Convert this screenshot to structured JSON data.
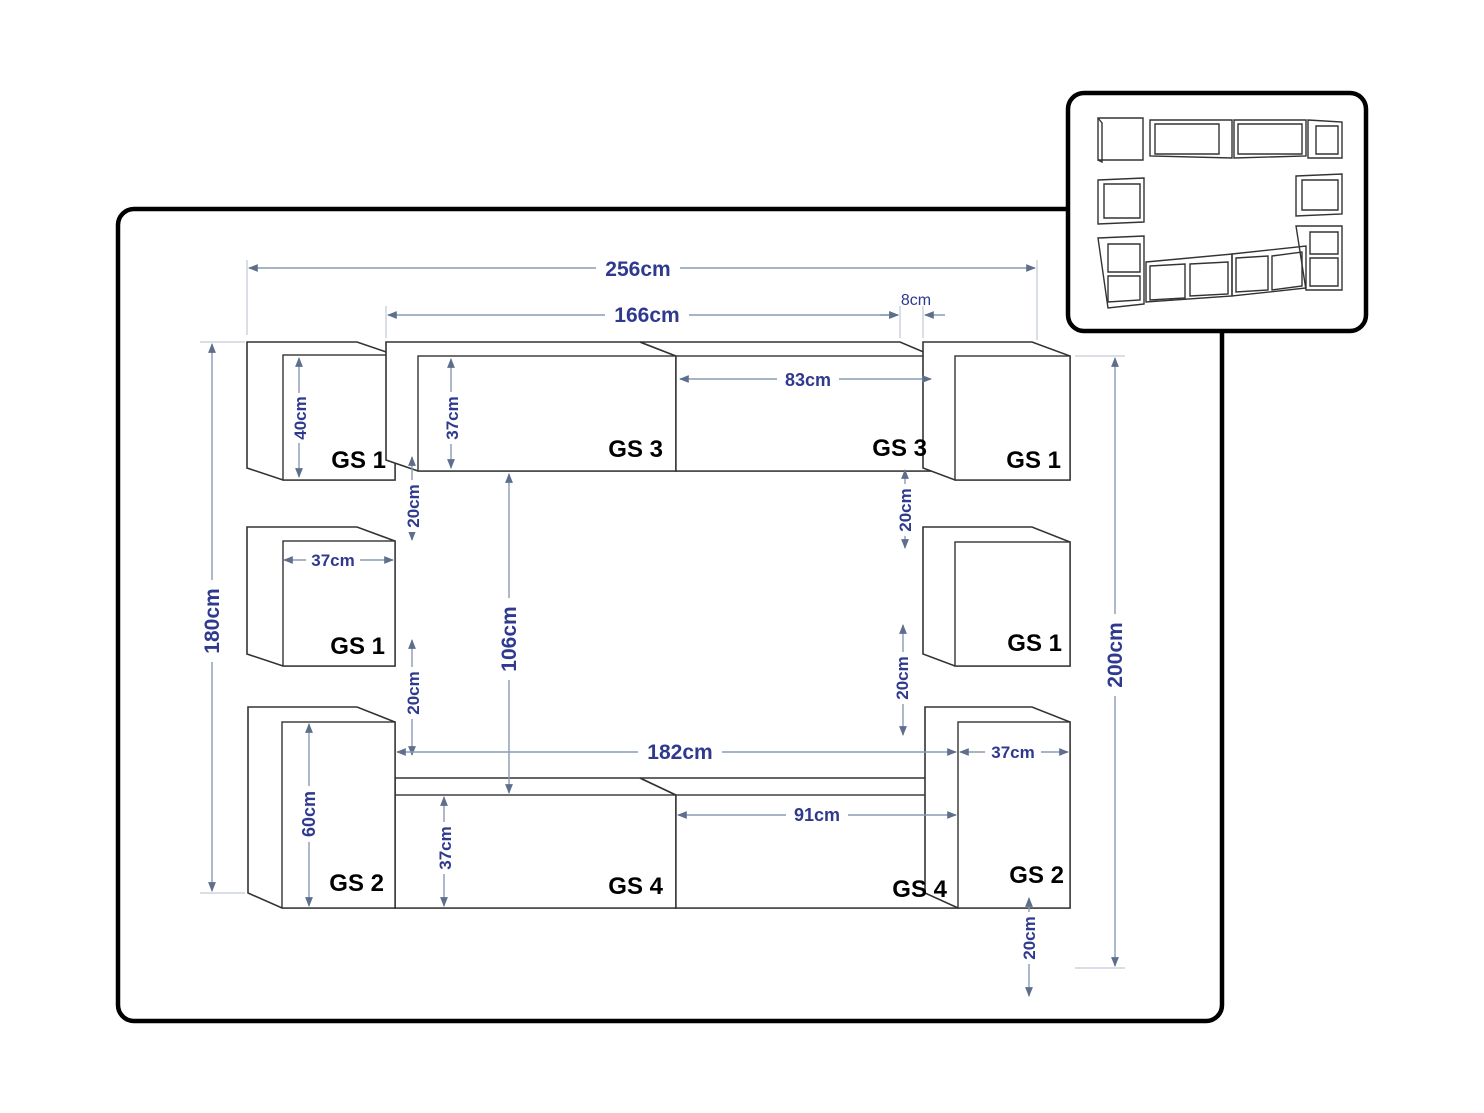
{
  "colors": {
    "dimension_text": "#2f3a8f",
    "dimension_line": "#8a9bb3",
    "outline": "#333333",
    "frame": "#000000"
  },
  "modules": {
    "top_left": "GS 1",
    "top_mid_left": "GS 3",
    "top_mid_right": "GS 3",
    "top_right": "GS 1",
    "mid_left": "GS 1",
    "mid_right": "GS 1",
    "bottom_left": "GS 2",
    "bottom_mid_left": "GS 4",
    "bottom_mid_right": "GS 4",
    "bottom_right": "GS 2"
  },
  "dimensions": {
    "total_width": "256cm",
    "top_width": "166cm",
    "gap_8": "8cm",
    "gs3_width": "83cm",
    "gs1_height": "40cm",
    "gs3_height": "37cm",
    "gap_left_1": "20cm",
    "gap_right_1": "20cm",
    "gs1_width": "37cm",
    "left_height": "180cm",
    "center_height": "106cm",
    "gap_left_2": "20cm",
    "gap_right_2": "20cm",
    "bottom_width": "182cm",
    "gs2_width": "37cm",
    "gs4_width": "91cm",
    "gs2_height": "60cm",
    "gs4_height": "37cm",
    "bottom_gap": "20cm",
    "right_height": "200cm"
  }
}
